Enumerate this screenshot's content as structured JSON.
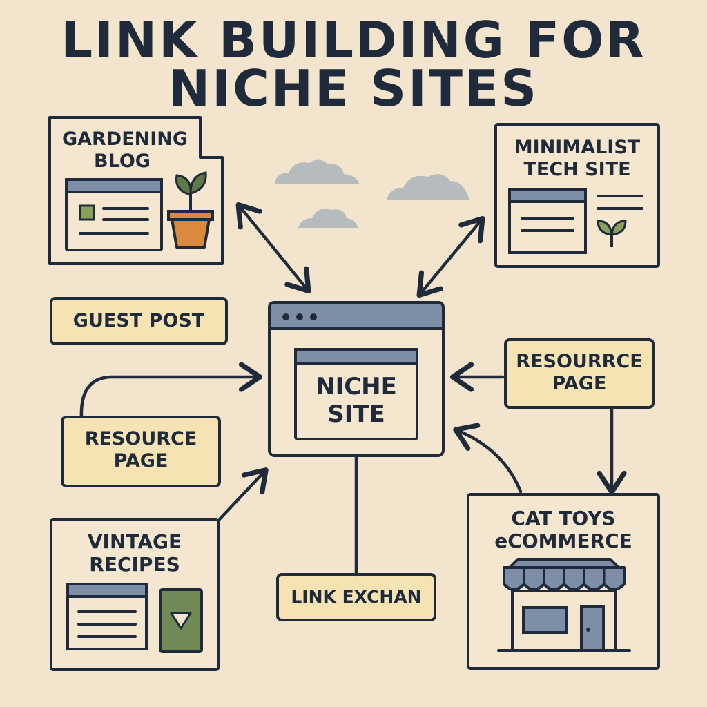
{
  "title": {
    "line1": "LINK BUILDING FOR",
    "line2": "NICHE SITES"
  },
  "nodes": {
    "gardening_blog": {
      "line1": "GARDENING",
      "line2": "BLOG"
    },
    "minimalist_tech": {
      "line1": "MINIMALIST",
      "line2": "TECH SITE"
    },
    "guest_post": {
      "label": "GUEST POST"
    },
    "niche_site": {
      "line1": "NICHE",
      "line2": "SITE"
    },
    "resource_page_right": {
      "line1": "RESOURRCE",
      "line2": "PAGE"
    },
    "resource_page_left": {
      "line1": "RESOURCE",
      "line2": "PAGE"
    },
    "vintage_recipes": {
      "line1": "VINTAGE",
      "line2": "RECIPES"
    },
    "link_exchange": {
      "label": "LINK EXCHAN"
    },
    "cat_toys": {
      "line1": "CAT TOYS",
      "line2": "eCOMMERCE"
    }
  },
  "colors": {
    "background": "#f2e4cd",
    "ink": "#1f2b3a",
    "card": "#f5e6cf",
    "label_box": "#f6e3b4",
    "browser_bar": "#7d8ea6",
    "cloud": "#b6bcbd",
    "plant_green": "#5f7a47",
    "pot_orange": "#d98a3e",
    "accent_green": "#8aa05e",
    "awning": "#7d8ea6"
  },
  "icons": [
    "cloud-icon",
    "plant-pot-icon",
    "sprout-icon",
    "storefront-icon",
    "browser-window-icon",
    "arrow-icon"
  ]
}
